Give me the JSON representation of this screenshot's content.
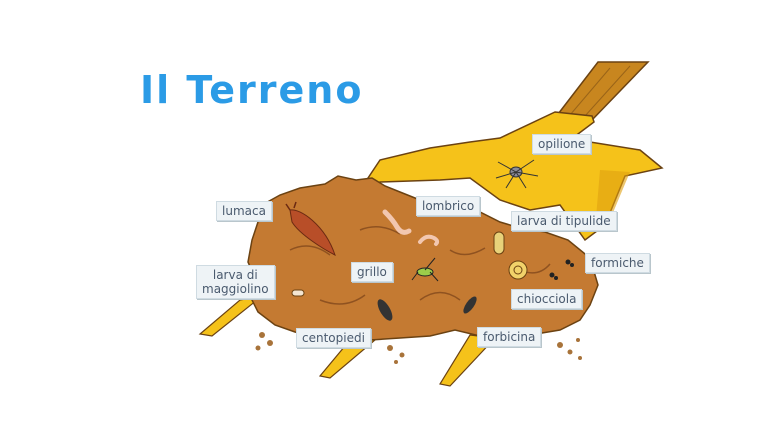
{
  "title": "Il Terreno",
  "colors": {
    "title": "#2b9be6",
    "soil": "#c47a32",
    "soil_dark": "#8f5220",
    "fork_yellow": "#f5c21a",
    "fork_shadow": "#e0a010",
    "handle": "#c8861f",
    "label_bg": "#eef3f6",
    "label_text": "#4a5a6e"
  },
  "labels": [
    {
      "id": "opilione",
      "text": "opilione"
    },
    {
      "id": "lumaca",
      "text": "lumaca"
    },
    {
      "id": "lombrico",
      "text": "lombrico"
    },
    {
      "id": "larva-di-tipulide",
      "text": "larva di tipulide"
    },
    {
      "id": "formiche",
      "text": "formiche"
    },
    {
      "id": "larva-di-maggiolino",
      "line1": "larva di",
      "line2": "maggiolino"
    },
    {
      "id": "grillo",
      "text": "grillo"
    },
    {
      "id": "chiocciola",
      "text": "chiocciola"
    },
    {
      "id": "centopiedi",
      "text": "centopiedi"
    },
    {
      "id": "forbicina",
      "text": "forbicina"
    }
  ]
}
